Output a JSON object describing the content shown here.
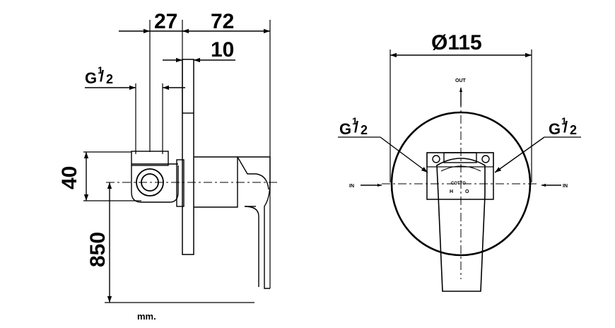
{
  "dimensions": {
    "d27": "27",
    "d72": "72",
    "d10": "10",
    "d40": "40",
    "d850": "850",
    "diameter": "Ø115"
  },
  "thread": {
    "g": "G",
    "num": "1",
    "slash": "/",
    "den": "2"
  },
  "ports": {
    "out": "OUT",
    "in_left": "IN",
    "in_right": "IN"
  },
  "handle_marks": {
    "brand": "COTTO",
    "hot": "H",
    "cold": "O"
  },
  "unit": "mm."
}
